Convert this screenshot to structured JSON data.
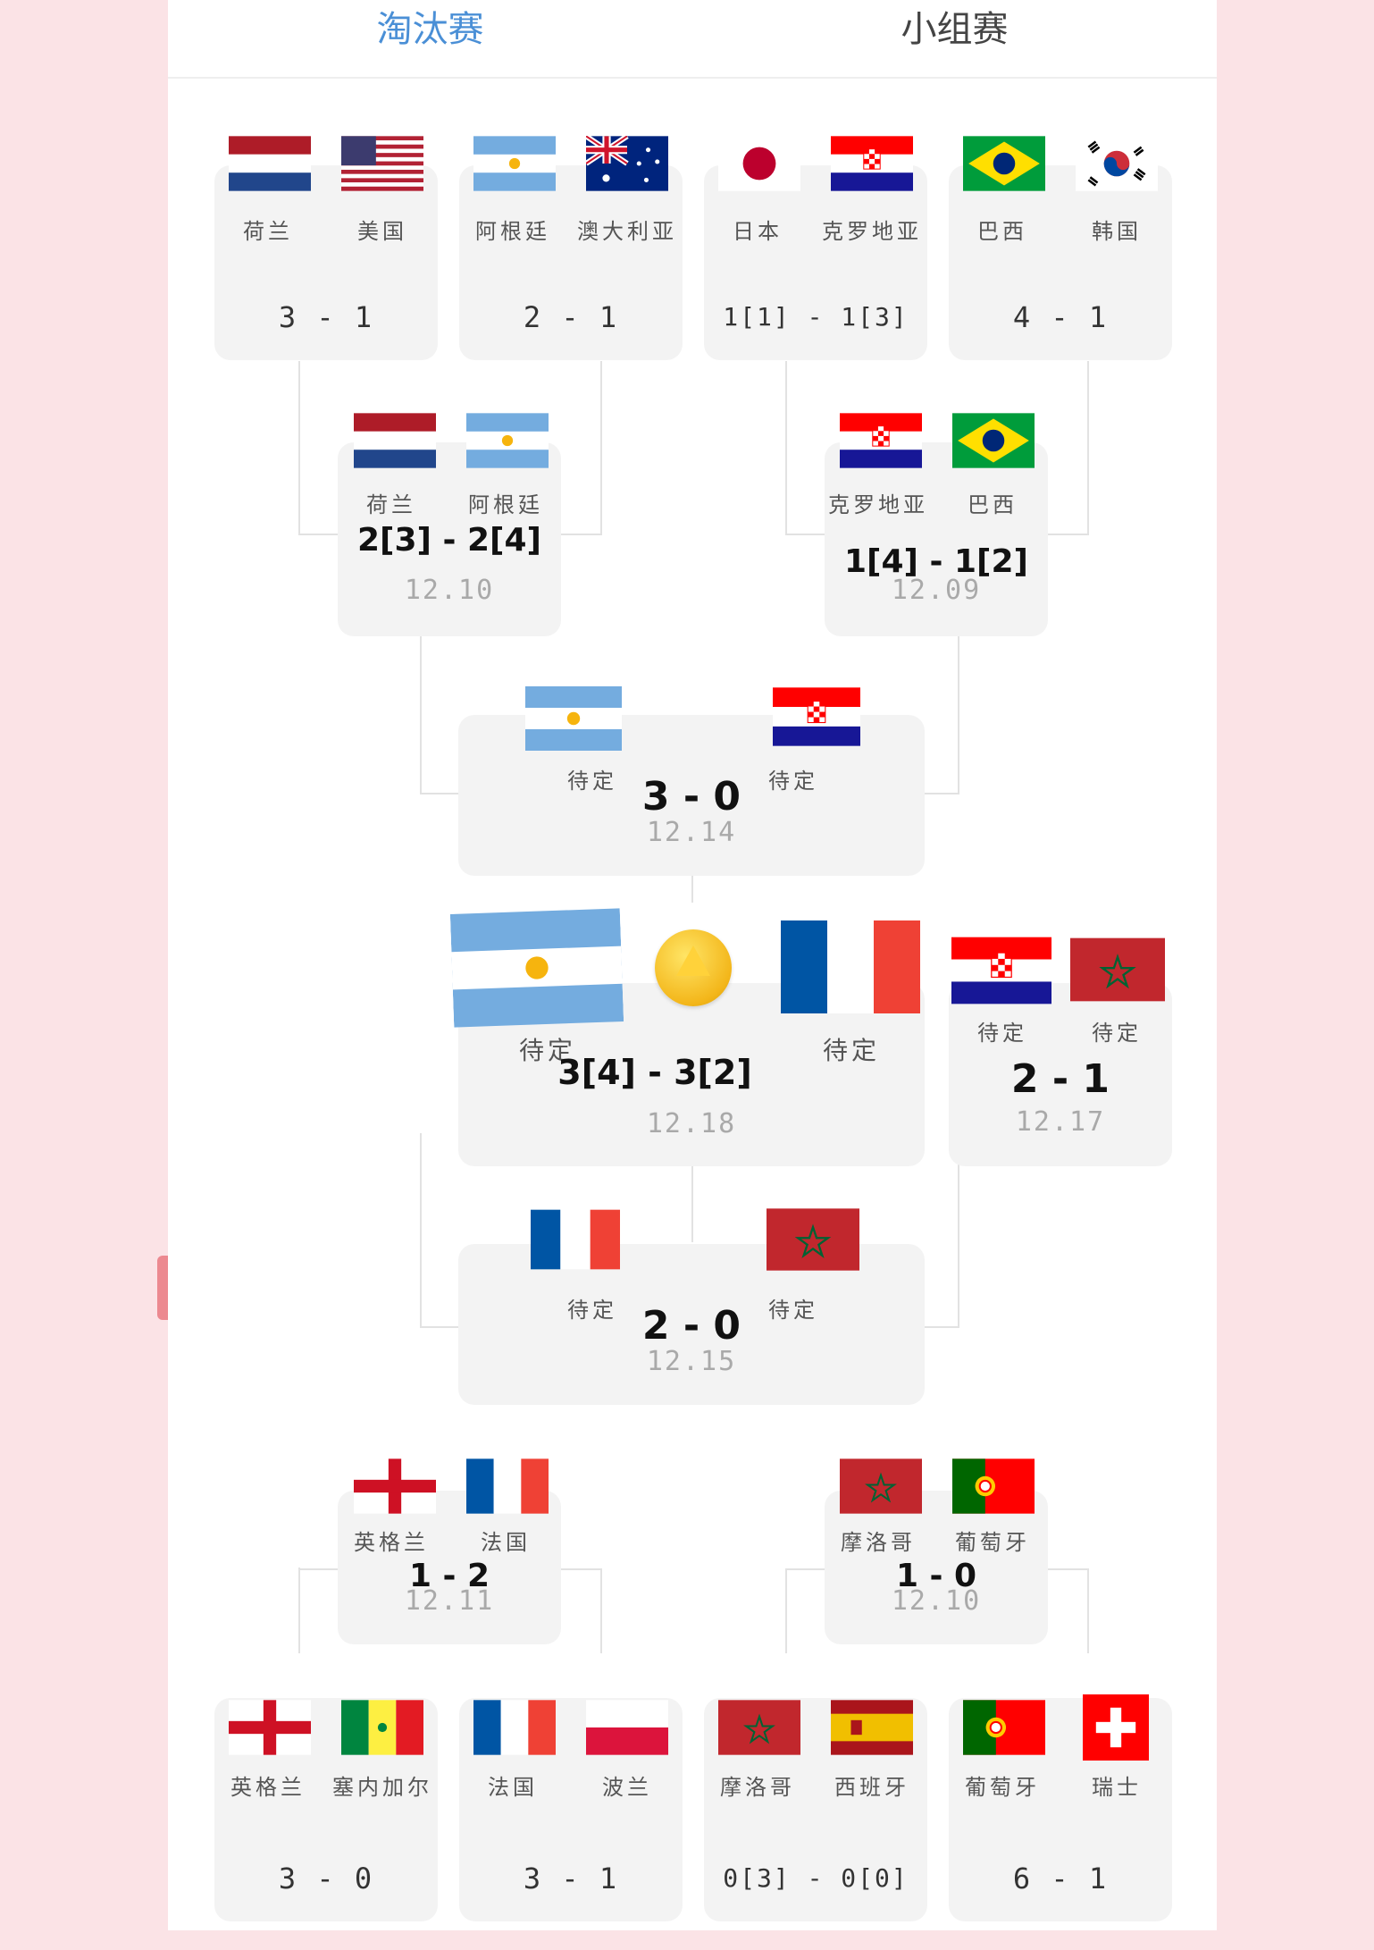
{
  "tabs": {
    "knockout": "淘汰赛",
    "group": "小组赛"
  },
  "colors": {
    "accent": "#4a8fd6",
    "background": "#fbe3e6"
  },
  "matches": {
    "r16_1": {
      "team1": "荷兰",
      "team2": "美国",
      "score": "3 - 1"
    },
    "r16_2": {
      "team1": "阿根廷",
      "team2": "澳大利亚",
      "score": "2 - 1"
    },
    "r16_3": {
      "team1": "日本",
      "team2": "克罗地亚",
      "score": "1[1] - 1[3]"
    },
    "r16_4": {
      "team1": "巴西",
      "team2": "韩国",
      "score": "4 - 1"
    },
    "qf_1": {
      "team1": "荷兰",
      "team2": "阿根廷",
      "score": "2[3] - 2[4]",
      "date": "12.10"
    },
    "qf_2": {
      "team1": "克罗地亚",
      "team2": "巴西",
      "score": "1[4] - 1[2]",
      "date": "12.09"
    },
    "sf_1": {
      "team1": "待定",
      "team2": "待定",
      "score": "3 - 0",
      "date": "12.14"
    },
    "final": {
      "team1": "待定",
      "team2": "待定",
      "score": "3[4] - 3[2]",
      "date": "12.18"
    },
    "third": {
      "team1": "待定",
      "team2": "待定",
      "score": "2 - 1",
      "date": "12.17"
    },
    "sf_2": {
      "team1": "待定",
      "team2": "待定",
      "score": "2 - 0",
      "date": "12.15"
    },
    "qf_3": {
      "team1": "英格兰",
      "team2": "法国",
      "score": "1 - 2",
      "date": "12.11"
    },
    "qf_4": {
      "team1": "摩洛哥",
      "team2": "葡萄牙",
      "score": "1 - 0",
      "date": "12.10"
    },
    "r16_5": {
      "team1": "英格兰",
      "team2": "塞内加尔",
      "score": "3 - 0"
    },
    "r16_6": {
      "team1": "法国",
      "team2": "波兰",
      "score": "3 - 1"
    },
    "r16_7": {
      "team1": "摩洛哥",
      "team2": "西班牙",
      "score": "0[3] - 0[0]"
    },
    "r16_8": {
      "team1": "葡萄牙",
      "team2": "瑞士",
      "score": "6 - 1"
    }
  }
}
